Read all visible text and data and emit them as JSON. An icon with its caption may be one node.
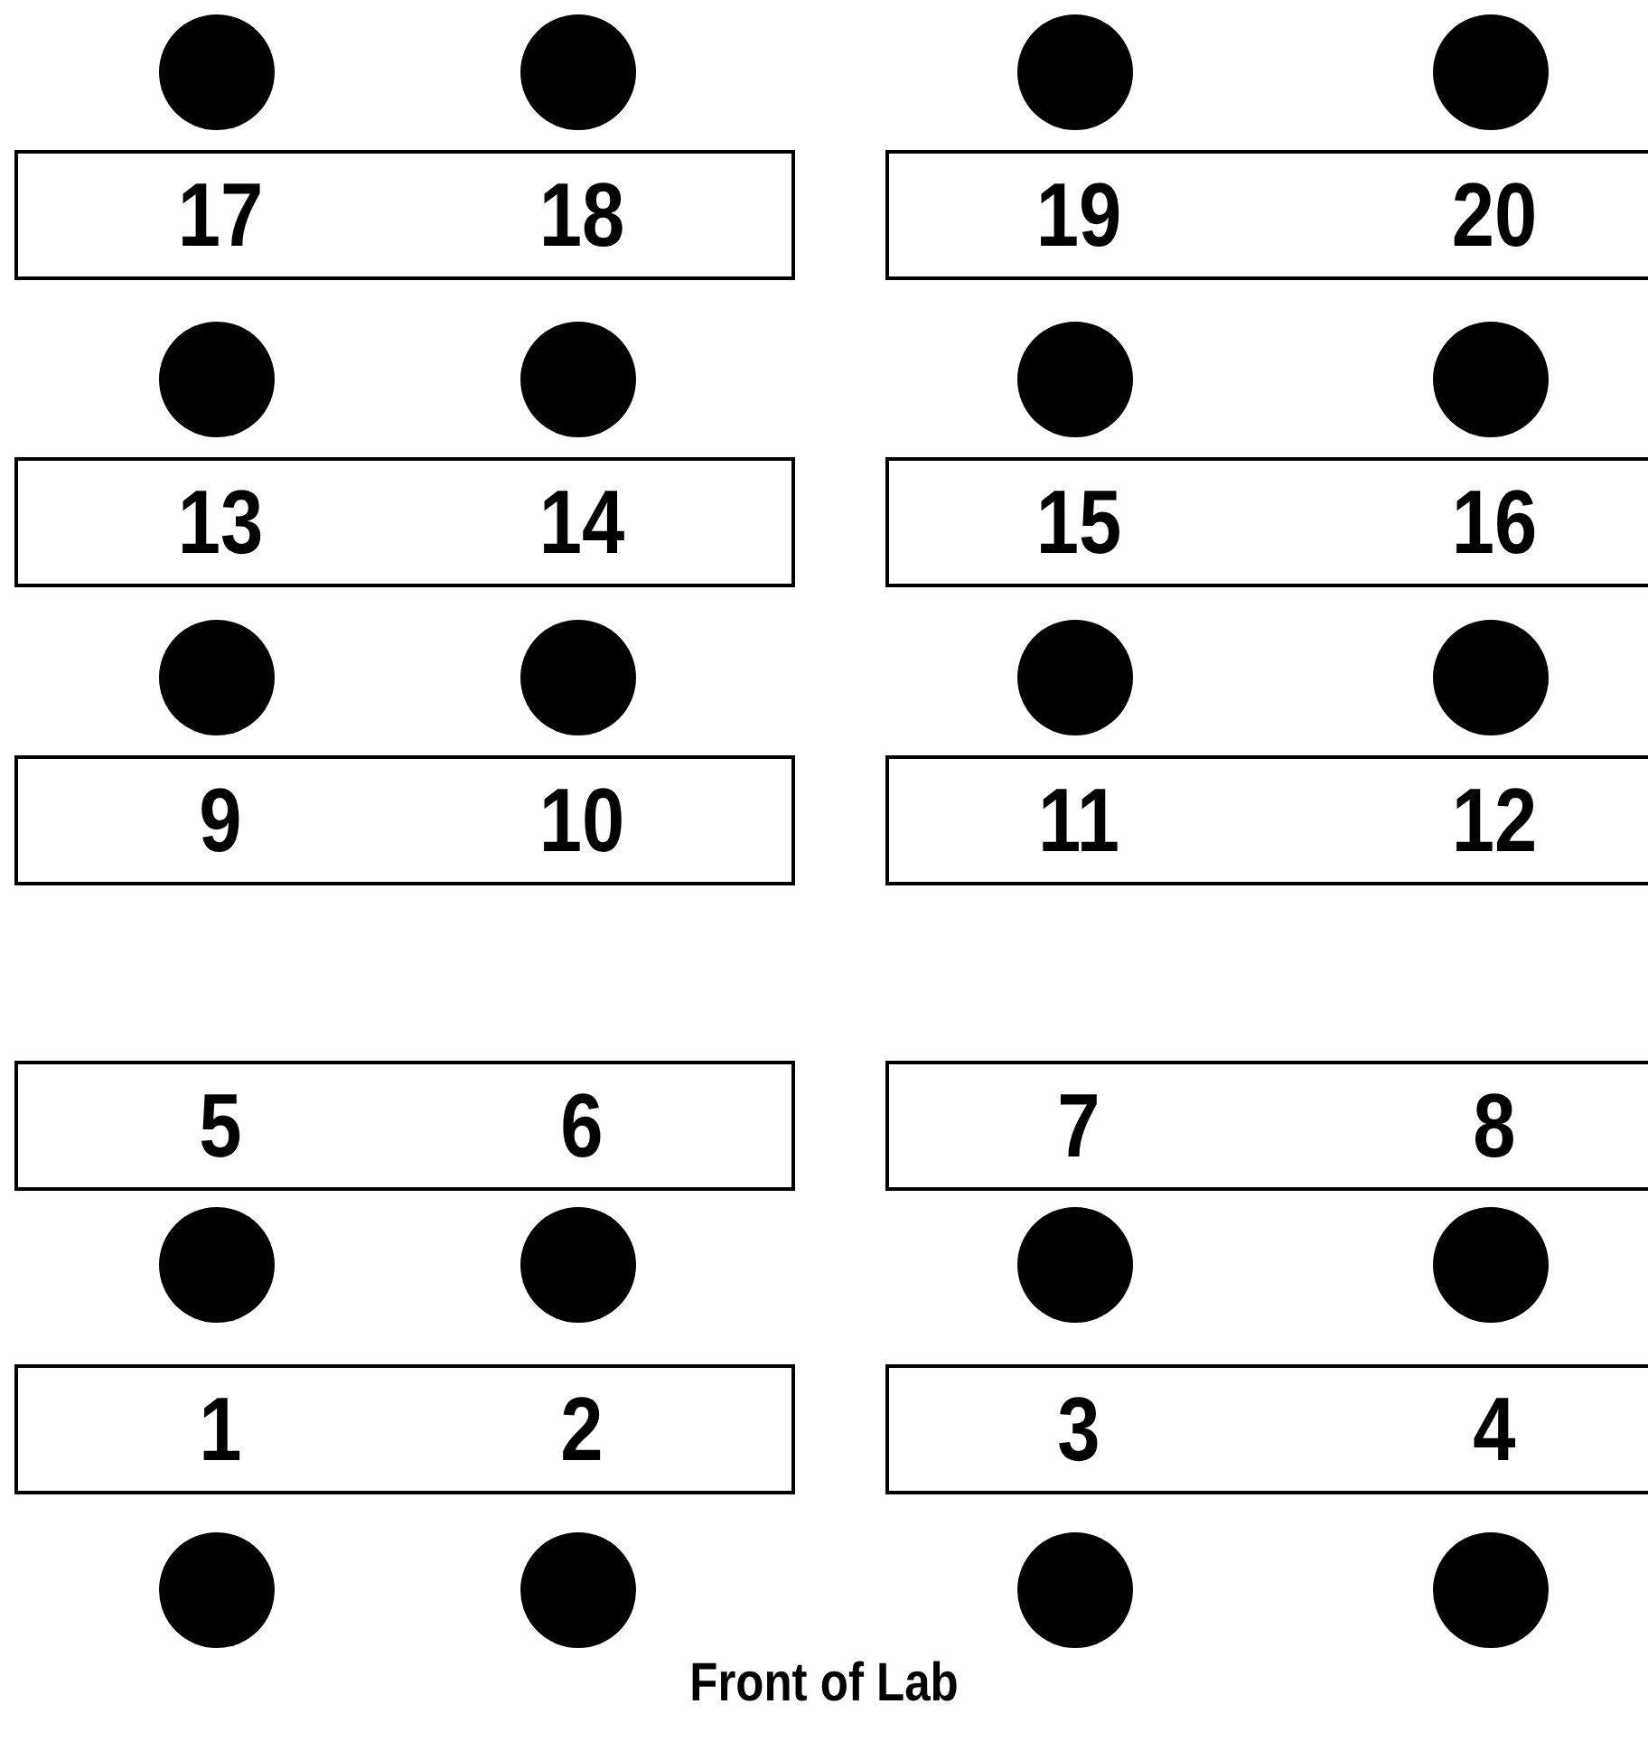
{
  "diagram": {
    "nodes": [
      {
        "text": [],
        "shape": "circle"
      },
      {
        "text": [],
        "shape": "circle"
      },
      {
        "text": [],
        "shape": "circle"
      },
      {
        "text": [],
        "shape": "circle"
      },
      {
        "text": [
          "17",
          "18"
        ]
      },
      {
        "text": [
          "19",
          "20"
        ]
      },
      {
        "text": [],
        "shape": "circle"
      },
      {
        "text": [],
        "shape": "circle"
      },
      {
        "text": [],
        "shape": "circle"
      },
      {
        "text": [],
        "shape": "circle"
      },
      {
        "text": [
          "13",
          "14"
        ]
      },
      {
        "text": [
          "15",
          "16"
        ]
      },
      {
        "text": [],
        "shape": "circle"
      },
      {
        "text": [],
        "shape": "circle"
      },
      {
        "text": [],
        "shape": "circle"
      },
      {
        "text": [],
        "shape": "circle"
      },
      {
        "text": [
          "9",
          "10"
        ]
      },
      {
        "text": [
          "11",
          "12"
        ]
      },
      {
        "text": [
          "5",
          "6"
        ]
      },
      {
        "text": [
          "7",
          "8"
        ]
      },
      {
        "text": [],
        "shape": "circle"
      },
      {
        "text": [],
        "shape": "circle"
      },
      {
        "text": [],
        "shape": "circle"
      },
      {
        "text": [],
        "shape": "circle"
      },
      {
        "text": [
          "1",
          "2"
        ]
      },
      {
        "text": [
          "3",
          "4"
        ]
      },
      {
        "text": [],
        "shape": "circle"
      },
      {
        "text": [],
        "shape": "circle"
      },
      {
        "text": [],
        "shape": "circle"
      },
      {
        "text": [],
        "shape": "circle"
      }
    ],
    "labels": [
      "Front of Lab"
    ]
  }
}
